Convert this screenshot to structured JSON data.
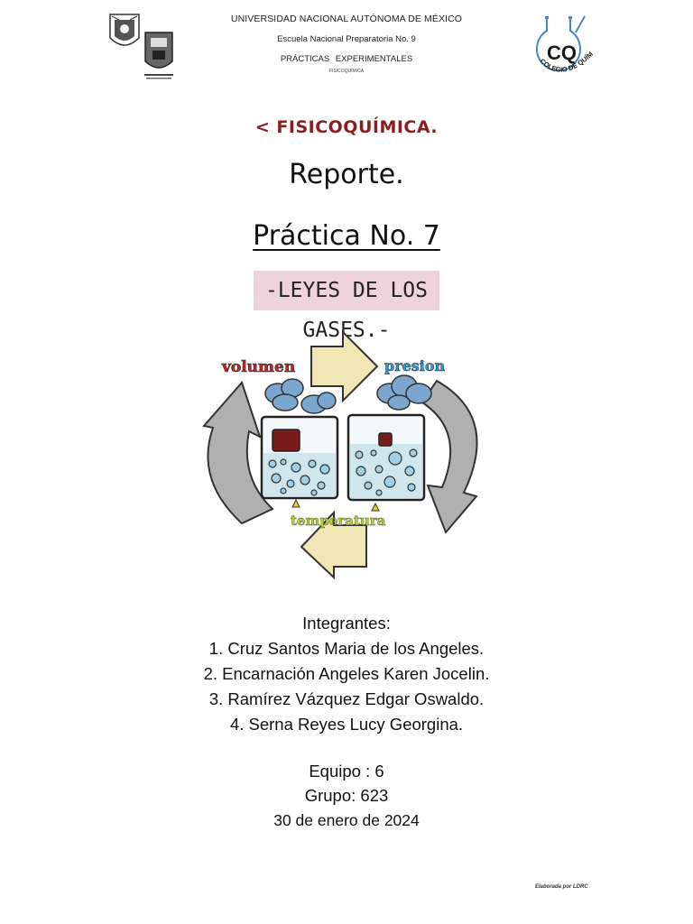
{
  "header": {
    "university": "UNIVERSIDAD NACIONAL AUTÓNOMA DE MÉXICO",
    "school": "Escuela Nacional Preparatoria  No. 9",
    "practicas": "PRÁCTICAS    EXPERIMENTALES",
    "subject_small": "FISICOQUÍMICA",
    "logo_right_text": "COLEGIO DE QUÍMICA",
    "logo_right_mark": "CQ"
  },
  "title": {
    "subject": "< FISICOQUÍMICA.",
    "report": "Reporte.",
    "practice": "Práctica No. 7",
    "topic": "-LEYES DE LOS GASES.-"
  },
  "illustration": {
    "label_volume": "volumen",
    "label_pressure": "presion",
    "label_temperature": "temperatura",
    "colors": {
      "volume": "#d42020",
      "pressure": "#2a9bd8",
      "temperature": "#b8d818",
      "arrow_beige": "#f2e6b4",
      "arrow_gray": "#b0b0b0",
      "cloud": "#7aa6d0"
    }
  },
  "members": {
    "title": "Integrantes:",
    "list": [
      "1. Cruz Santos Maria de los Angeles.",
      "2. Encarnación Angeles Karen Jocelin.",
      "3. Ramírez Vázquez Edgar Oswaldo.",
      "4. Serna Reyes Lucy Georgina."
    ]
  },
  "details": {
    "team": "Equipo : 6",
    "group": "Grupo: 623",
    "date": "30 de enero de 2024"
  },
  "footer": {
    "credit": "Elaborada por LDRC"
  }
}
